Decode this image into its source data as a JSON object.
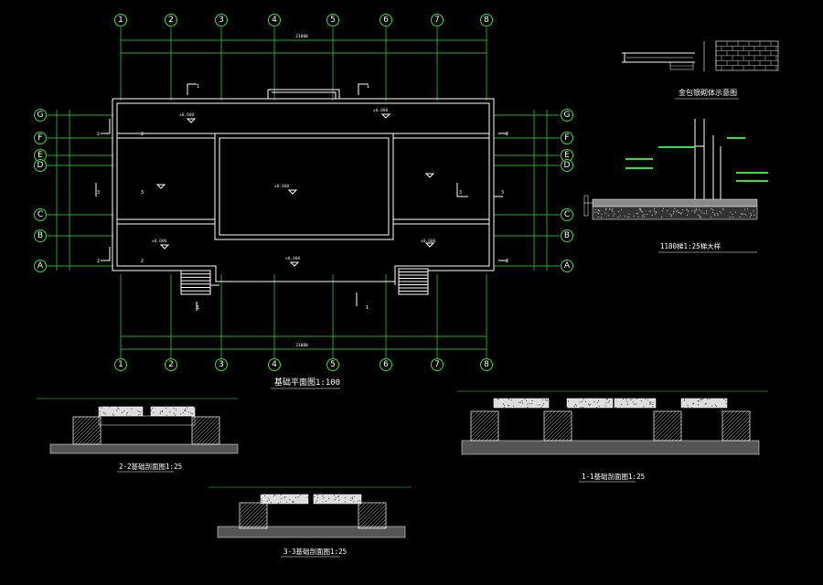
{
  "plan": {
    "title": "基础平面图1:100",
    "axis_numbers": [
      "1",
      "2",
      "3",
      "4",
      "5",
      "6",
      "7",
      "8"
    ],
    "axis_letters": [
      "G",
      "F",
      "E",
      "D",
      "C",
      "B",
      "A"
    ],
    "total_dim_top": "21000",
    "total_dim_bottom": "21000",
    "elevations": [
      "±0.000",
      "±0.000",
      "±0.000",
      "±0.000",
      "±0.000",
      "±0.000"
    ],
    "section_marks": [
      "1",
      "1",
      "2",
      "2",
      "3",
      "3"
    ]
  },
  "detail_brick": {
    "title": "金包银砌体示意图"
  },
  "detail_steps": {
    "title": "1180梯1:25梯大样"
  },
  "section_2_2": {
    "title": "2-2基础剖面图1:25"
  },
  "section_1_1": {
    "title": "1-1基础剖面图1:25"
  },
  "section_3_3": {
    "title": "3-3基础剖面图1:25"
  }
}
